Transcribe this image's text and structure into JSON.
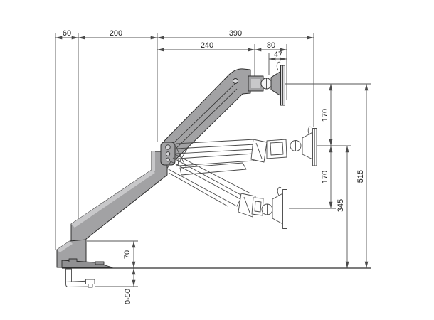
{
  "dimensions": {
    "d60": "60",
    "d200": "200",
    "d390": "390",
    "d240": "240",
    "d80": "80",
    "d47": "47",
    "d170_upper": "170",
    "d170_lower": "170",
    "d515": "515",
    "d345": "345",
    "d70": "70",
    "d0_50": "0-50"
  },
  "colors": {
    "ink": "#2e2e2e",
    "ink2": "#4a4a4a",
    "dim": "#555555",
    "text": "#1c1c1c",
    "metal": "#a2a2a4",
    "metalLight": "#c8c8ca",
    "metalDark": "#909092",
    "plate": "#d9d9db",
    "bg": "#ffffff"
  }
}
